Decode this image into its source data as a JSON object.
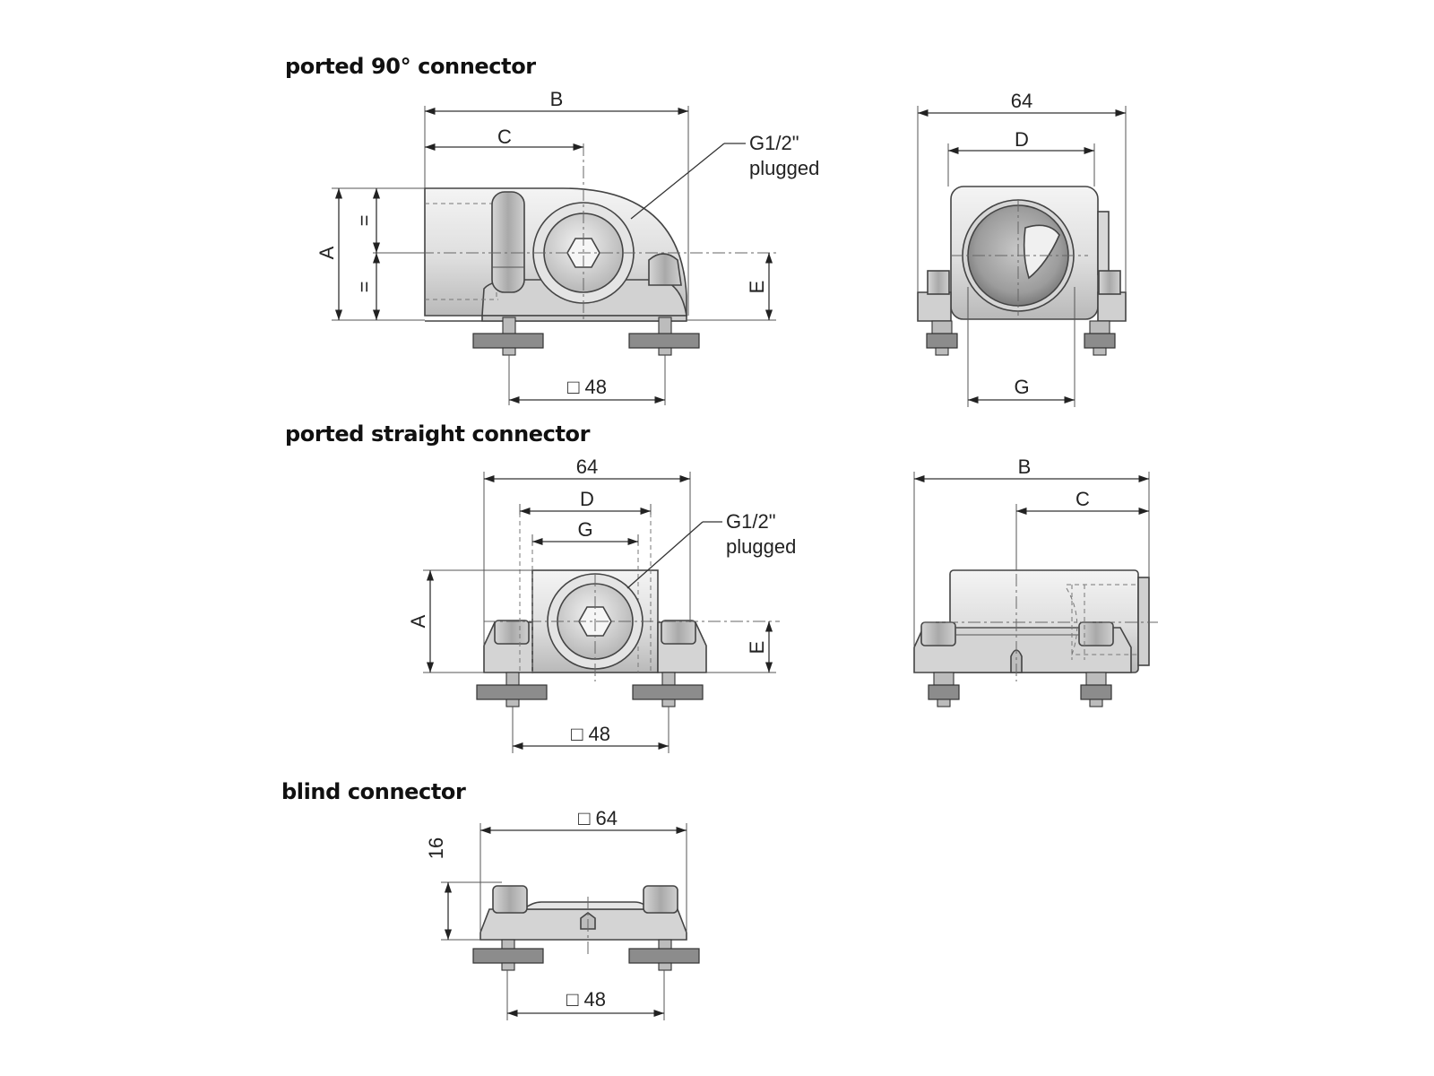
{
  "headings": {
    "ported_90": "ported 90° connector",
    "ported_straight": "ported straight connector",
    "blind": "blind connector"
  },
  "dimensions": {
    "B": "B",
    "C": "C",
    "A": "A",
    "E": "E",
    "D": "D",
    "G": "G",
    "equal": "=",
    "width_64": "64",
    "square_48": "□ 48",
    "square_64": "□ 64",
    "height_16": "16"
  },
  "callouts": {
    "port_line1": "G1/2\"",
    "port_line2": "plugged"
  },
  "colors": {
    "line": "#333333",
    "metal_light": "#eeeeee",
    "metal_dark": "#9a9a9a",
    "foot": "#8c8c8c"
  }
}
